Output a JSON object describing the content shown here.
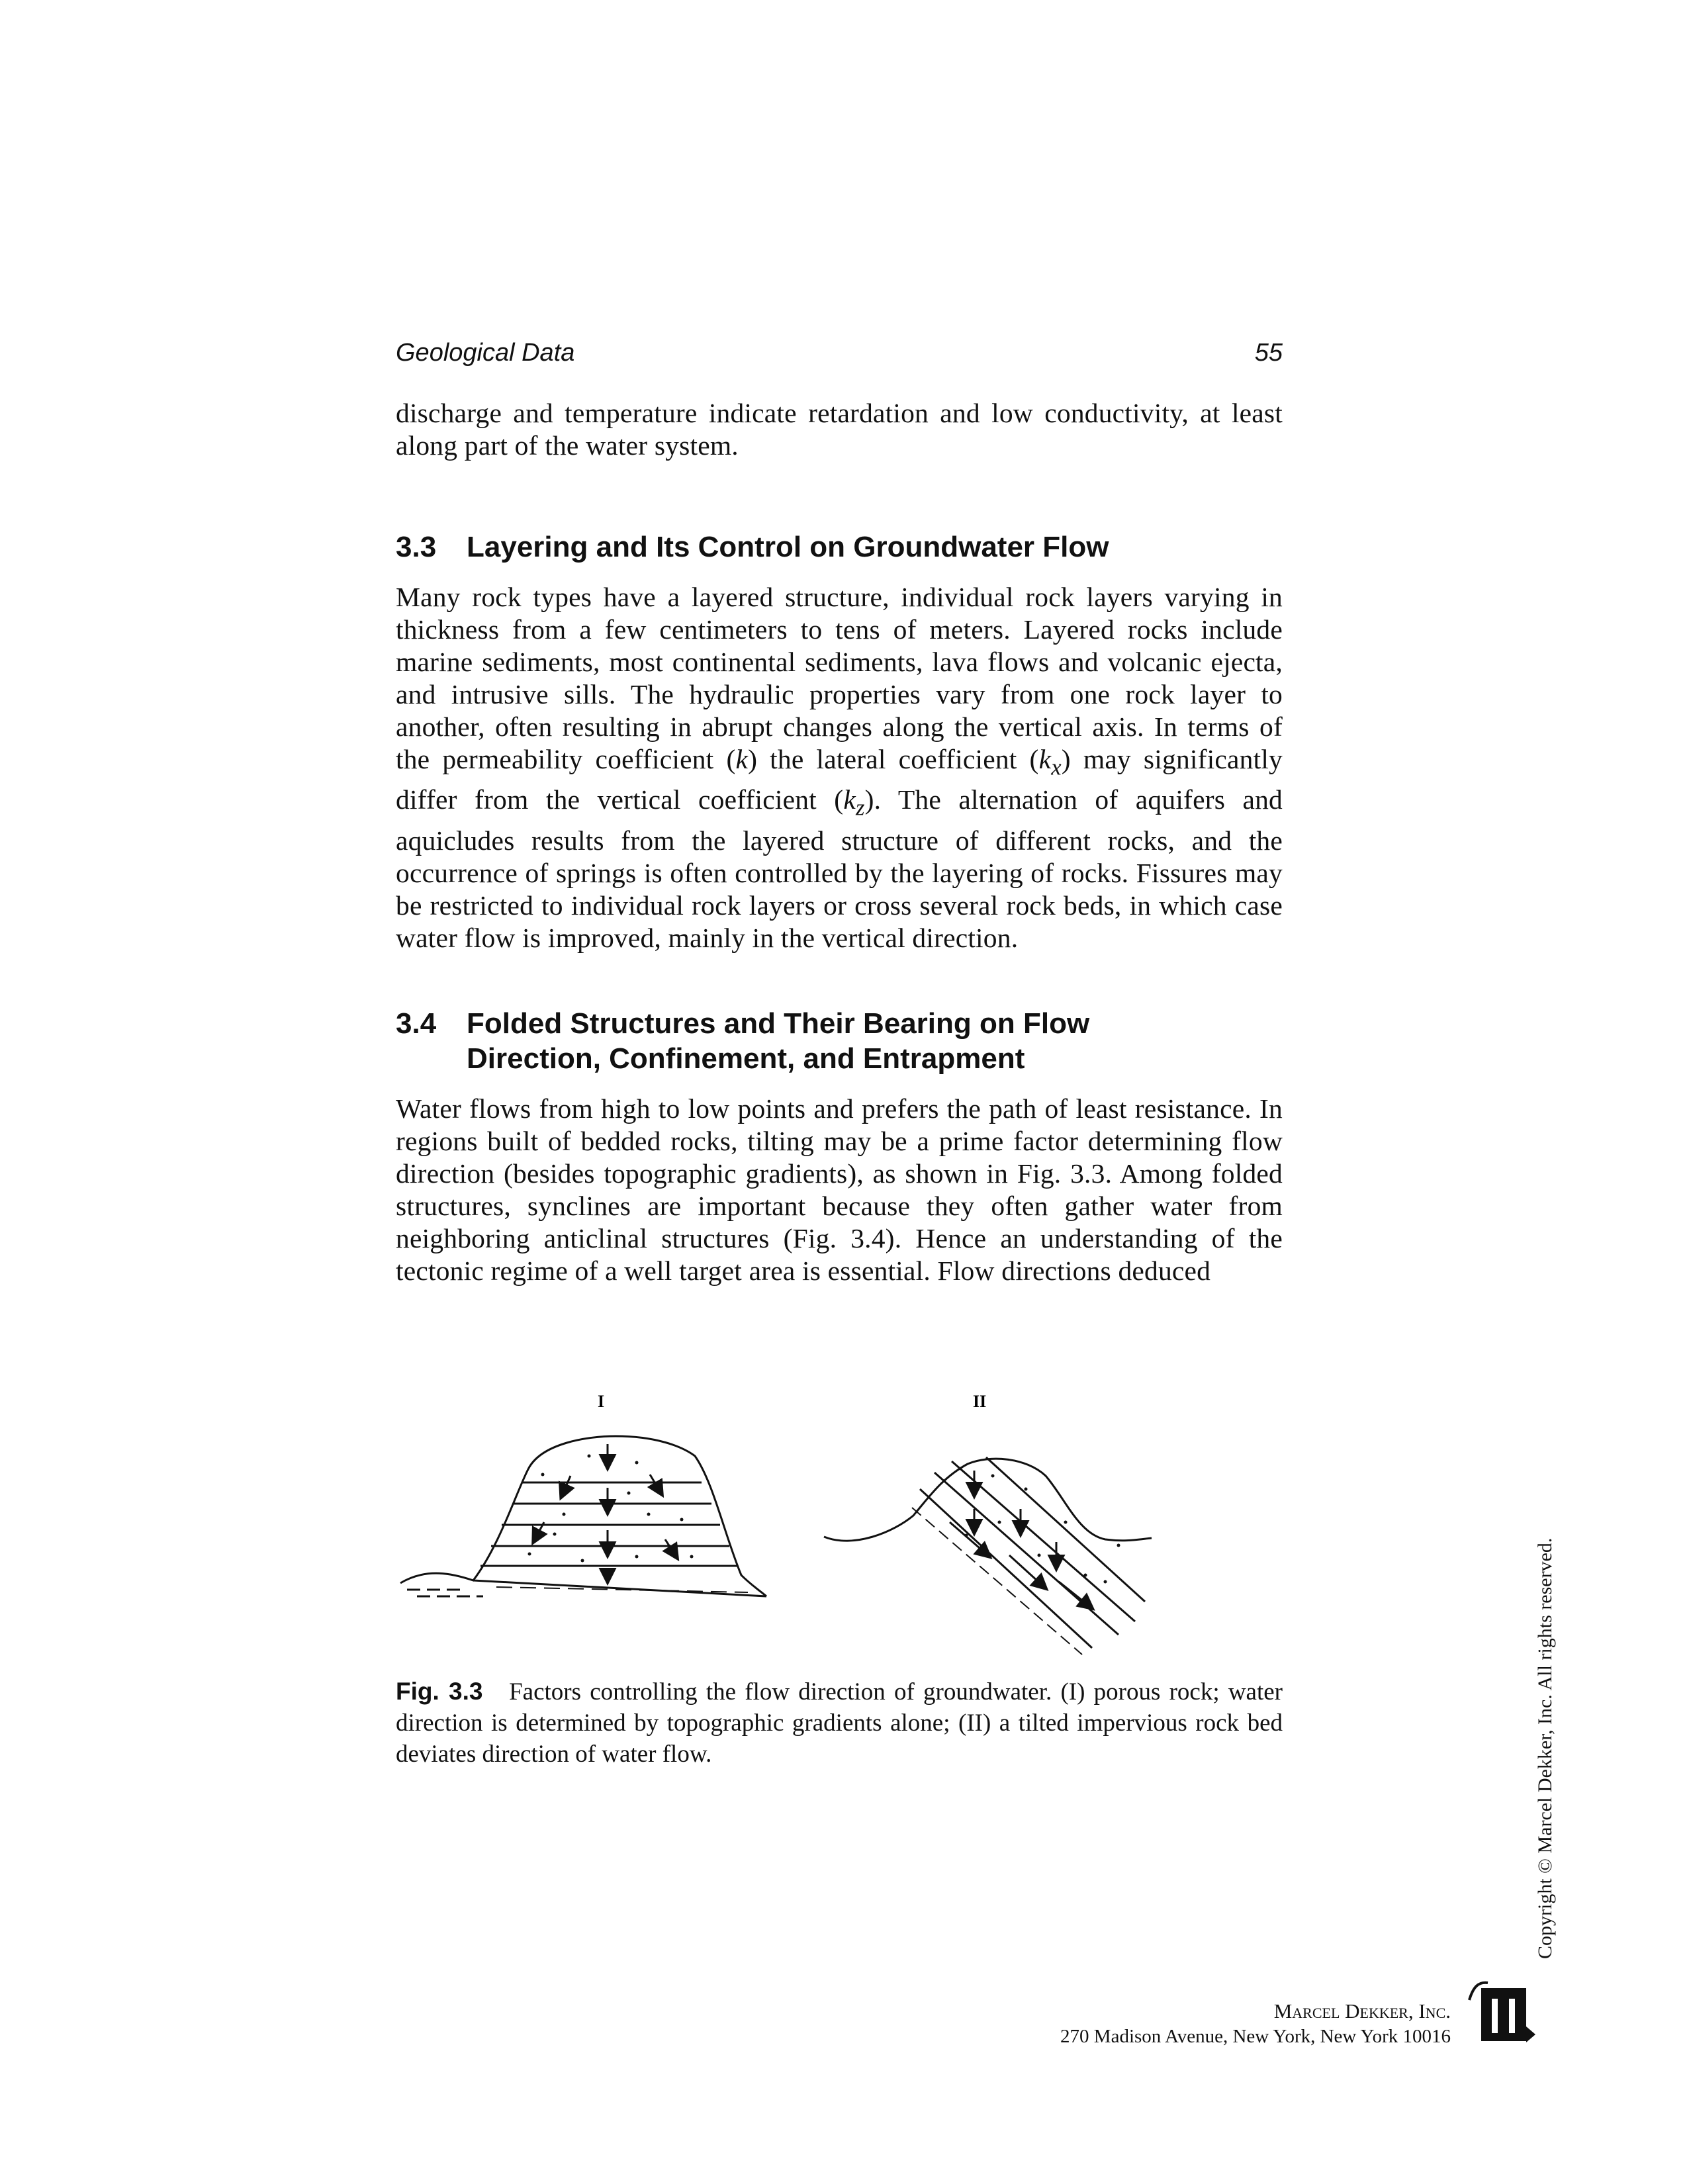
{
  "header": {
    "title": "Geological Data",
    "page_number": "55"
  },
  "intro_paragraph": "discharge and temperature indicate retardation and low conductivity, at least along part of the water system.",
  "section_3_3": {
    "number": "3.3",
    "title": "Layering and Its Control on Groundwater Flow",
    "paragraph": {
      "p1": "Many rock types have a layered structure, individual rock layers varying in thickness from a few centimeters to tens of meters. Layered rocks include marine sediments, most continental sediments, lava flows and volcanic ejecta, and intrusive sills. The hydraulic properties vary from one rock layer to another, often resulting in abrupt changes along the vertical axis. In terms of the permeability coefficient (",
      "k": "k",
      "p2": ") the lateral coefficient (",
      "kx": "k",
      "kx_sub": "x",
      "p3": ") may significantly differ from the vertical coefficient (",
      "kz": "k",
      "kz_sub": "z",
      "p4": "). The alternation of aquifers and aquicludes results from the layered structure of different rocks, and the occurrence of springs is often controlled by the layering of rocks. Fissures may be restricted to individual rock layers or cross several rock beds, in which case water flow is improved, mainly in the vertical direction."
    }
  },
  "section_3_4": {
    "number": "3.4",
    "title_line1": "Folded Structures and Their Bearing on Flow",
    "title_line2": "Direction, Confinement, and Entrapment",
    "paragraph": "Water flows from high to low points and prefers the path of least resistance. In regions built of bedded rocks, tilting may be a prime factor determining flow direction (besides topographic gradients), as shown in Fig. 3.3. Among folded structures, synclines are important because they often gather water from neighboring anticlinal structures (Fig. 3.4). Hence an understanding of the tectonic regime of a well target area is essential. Flow directions deduced"
  },
  "figure": {
    "panel_labels": [
      "I",
      "II"
    ],
    "caption_label": "Fig. 3.3",
    "caption_text": "Factors controlling the flow direction of groundwater. (I) porous rock; water direction is determined by topographic gradients alone; (II) a tilted impervious rock bed deviates direction of water flow."
  },
  "copyright": "Copyright © Marcel Dekker, Inc. All rights reserved.",
  "publisher": {
    "name": "Marcel Dekker, Inc.",
    "address": "270 Madison Avenue, New York, New York 10016"
  }
}
